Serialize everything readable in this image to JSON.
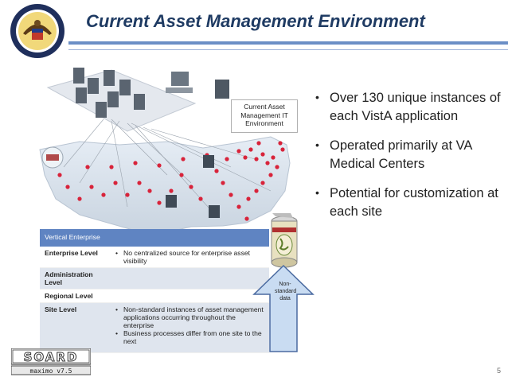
{
  "slide": {
    "title": "Current Asset Management Environment",
    "page_number": "5"
  },
  "diagram": {
    "caption_line1": "Current Asset",
    "caption_line2": "Management IT",
    "caption_line3": "Environment"
  },
  "bullets": [
    "Over 130 unique instances of each VistA application",
    "Operated primarily at VA Medical Centers",
    "Potential for customization at each site"
  ],
  "enterprise_table": {
    "header": "Vertical Enterprise",
    "rows": [
      {
        "level": "Enterprise Level",
        "points": [
          "No centralized source for enterprise asset visibility"
        ]
      },
      {
        "level": "Administration Level",
        "points": []
      },
      {
        "level": "Regional Level",
        "points": []
      },
      {
        "level": "Site Level",
        "points": [
          "Non-standard instances of asset management applications occurring throughout the enterprise",
          "Business processes differ from one site to the next"
        ]
      }
    ]
  },
  "arrow_label": {
    "line1": "Non-",
    "line2": "standard",
    "line3": "data"
  },
  "logo": {
    "main": "SOARD",
    "sub": "maximo v7.5"
  },
  "colors": {
    "title": "#1f3b63",
    "accent": "#6b8fc6",
    "header_bar": "#5f84c2",
    "dots": "#d8233a",
    "arrow": "#c9dcf2"
  }
}
